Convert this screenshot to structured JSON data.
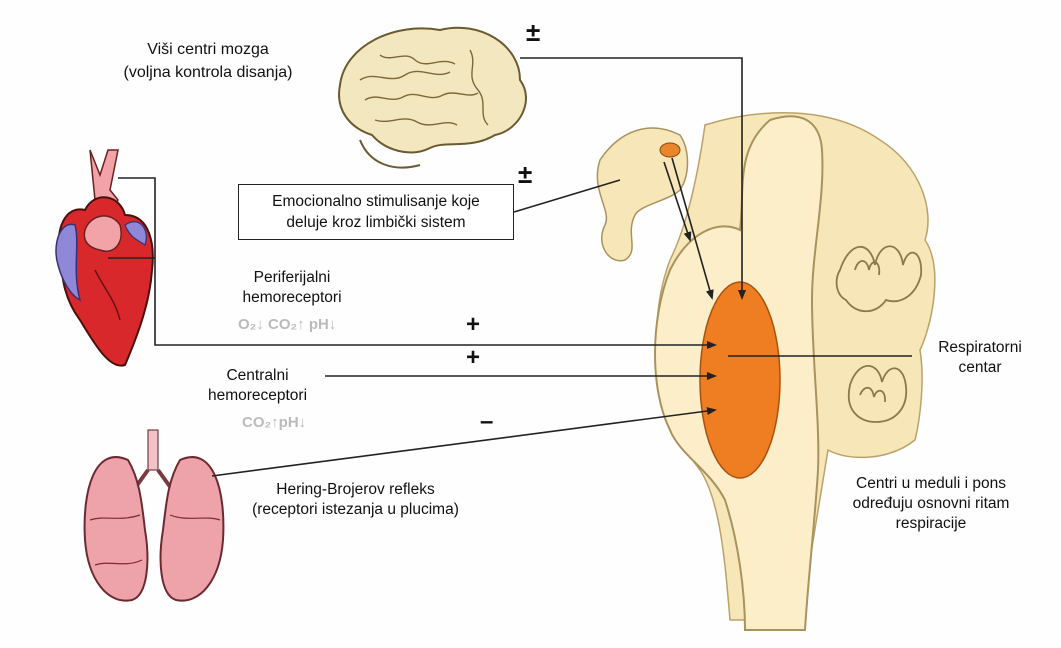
{
  "labels": {
    "higher_centers": "Viši centri mozga\n(voljna kontrola disanja)",
    "emotional": "Emocionalno stimulisanje koje\ndeluje kroz limbički sistem",
    "peripheral": "Periferijalni\nhemoreceptori",
    "peripheral_formula": "O₂↓ CO₂↑ pH↓",
    "central": "Centralni\nhemoreceptori",
    "central_formula": "CO₂↑pH↓",
    "hering_breuer": "Hering-Brojerov refleks\n(receptori istezanja u plucima)",
    "respiratory_center": "Respiratorni\ncentar",
    "medulla_pons": "Centri u meduli i pons\nodređuju osnovni ritam\nrespiracije"
  },
  "signs": {
    "higher": "±",
    "emotional": "±",
    "peripheral": "+",
    "central": "+",
    "hering": "–"
  },
  "colors": {
    "brainstem": "#f7e6b8",
    "respiratory_center": "#ef7d22",
    "heart_red": "#d8282b",
    "heart_pink": "#f1a3a8",
    "heart_blue": "#8f88d8",
    "lung": "#eea3ab",
    "brain": "#f3e7bf"
  }
}
